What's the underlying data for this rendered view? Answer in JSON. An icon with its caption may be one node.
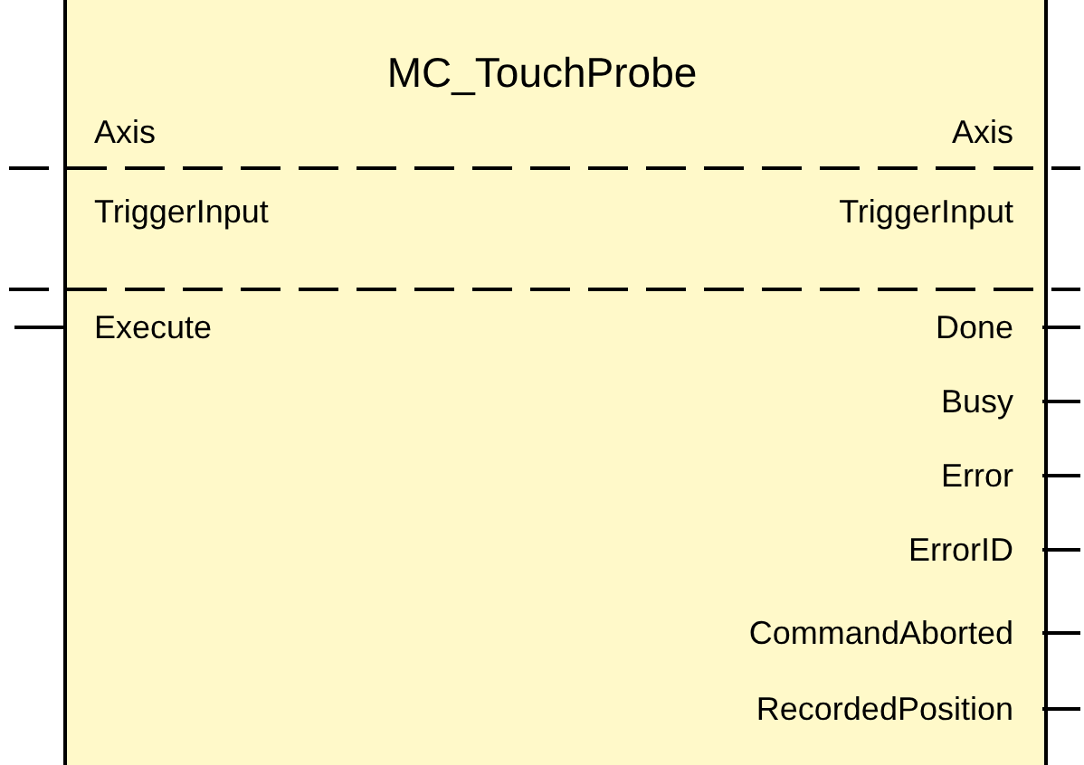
{
  "diagram": {
    "nodes": [
      {
        "text": [
          "MC_TouchProbe"
        ]
      }
    ],
    "edges": [],
    "labels": [
      "Axis",
      "Axis",
      "TriggerInput",
      "TriggerInput",
      "Execute",
      "Done",
      "Busy",
      "Error",
      "ErrorID",
      "CommandAborted",
      "RecordedPosition"
    ]
  }
}
